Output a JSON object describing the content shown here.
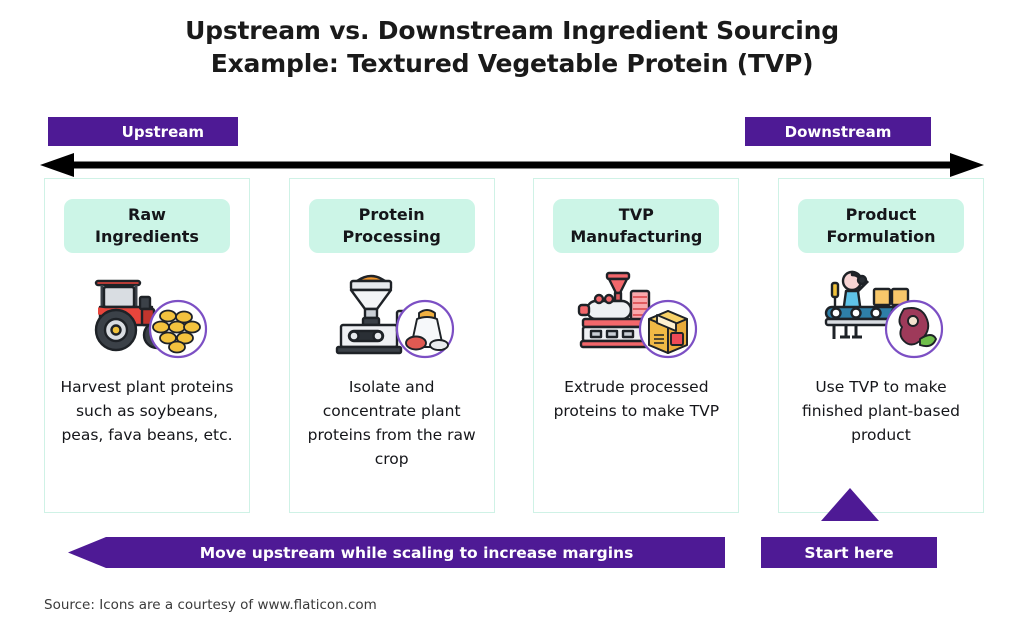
{
  "title": {
    "line1": "Upstream vs. Downstream Ingredient Sourcing",
    "line2": "Example: Textured Vegetable Protein (TVP)"
  },
  "badges": {
    "upstream": "Upstream",
    "downstream": "Downstream"
  },
  "axis": {
    "icon": "double-headed-arrow-icon"
  },
  "cards": [
    {
      "header": "Raw\nIngredients",
      "header_line1": "Raw",
      "header_line2": "Ingredients",
      "desc": "Harvest plant proteins such as soybeans, peas, fava beans, etc.",
      "icon": "tractor-with-beans-icon",
      "badge_icon": "beans-circle-icon"
    },
    {
      "header_line1": "Protein",
      "header_line2": "Processing",
      "desc": "Isolate and concentrate plant proteins from the raw crop",
      "icon": "grinder-mill-icon",
      "badge_icon": "flour-sack-circle-icon"
    },
    {
      "header_line1": "TVP",
      "header_line2": "Manufacturing",
      "desc": "Extrude processed proteins to make TVP",
      "icon": "extruder-machine-icon",
      "badge_icon": "cardboard-box-circle-icon"
    },
    {
      "header_line1": "Product",
      "header_line2": "Formulation",
      "desc": "Use TVP to make finished plant-based product",
      "icon": "conveyor-worker-icon",
      "badge_icon": "plant-based-meat-circle-icon"
    }
  ],
  "banners": {
    "upstream_message": "Move upstream while scaling to increase margins",
    "start_here": "Start here",
    "start_marker_icon": "up-triangle-icon"
  },
  "footer": {
    "source": "Source: Icons are a courtesy of www.flaticon.com"
  },
  "colors": {
    "purple": "#4E1A95",
    "mint": "#CCF5E7",
    "card_border": "#CFF2E6",
    "text": "#15161a"
  }
}
